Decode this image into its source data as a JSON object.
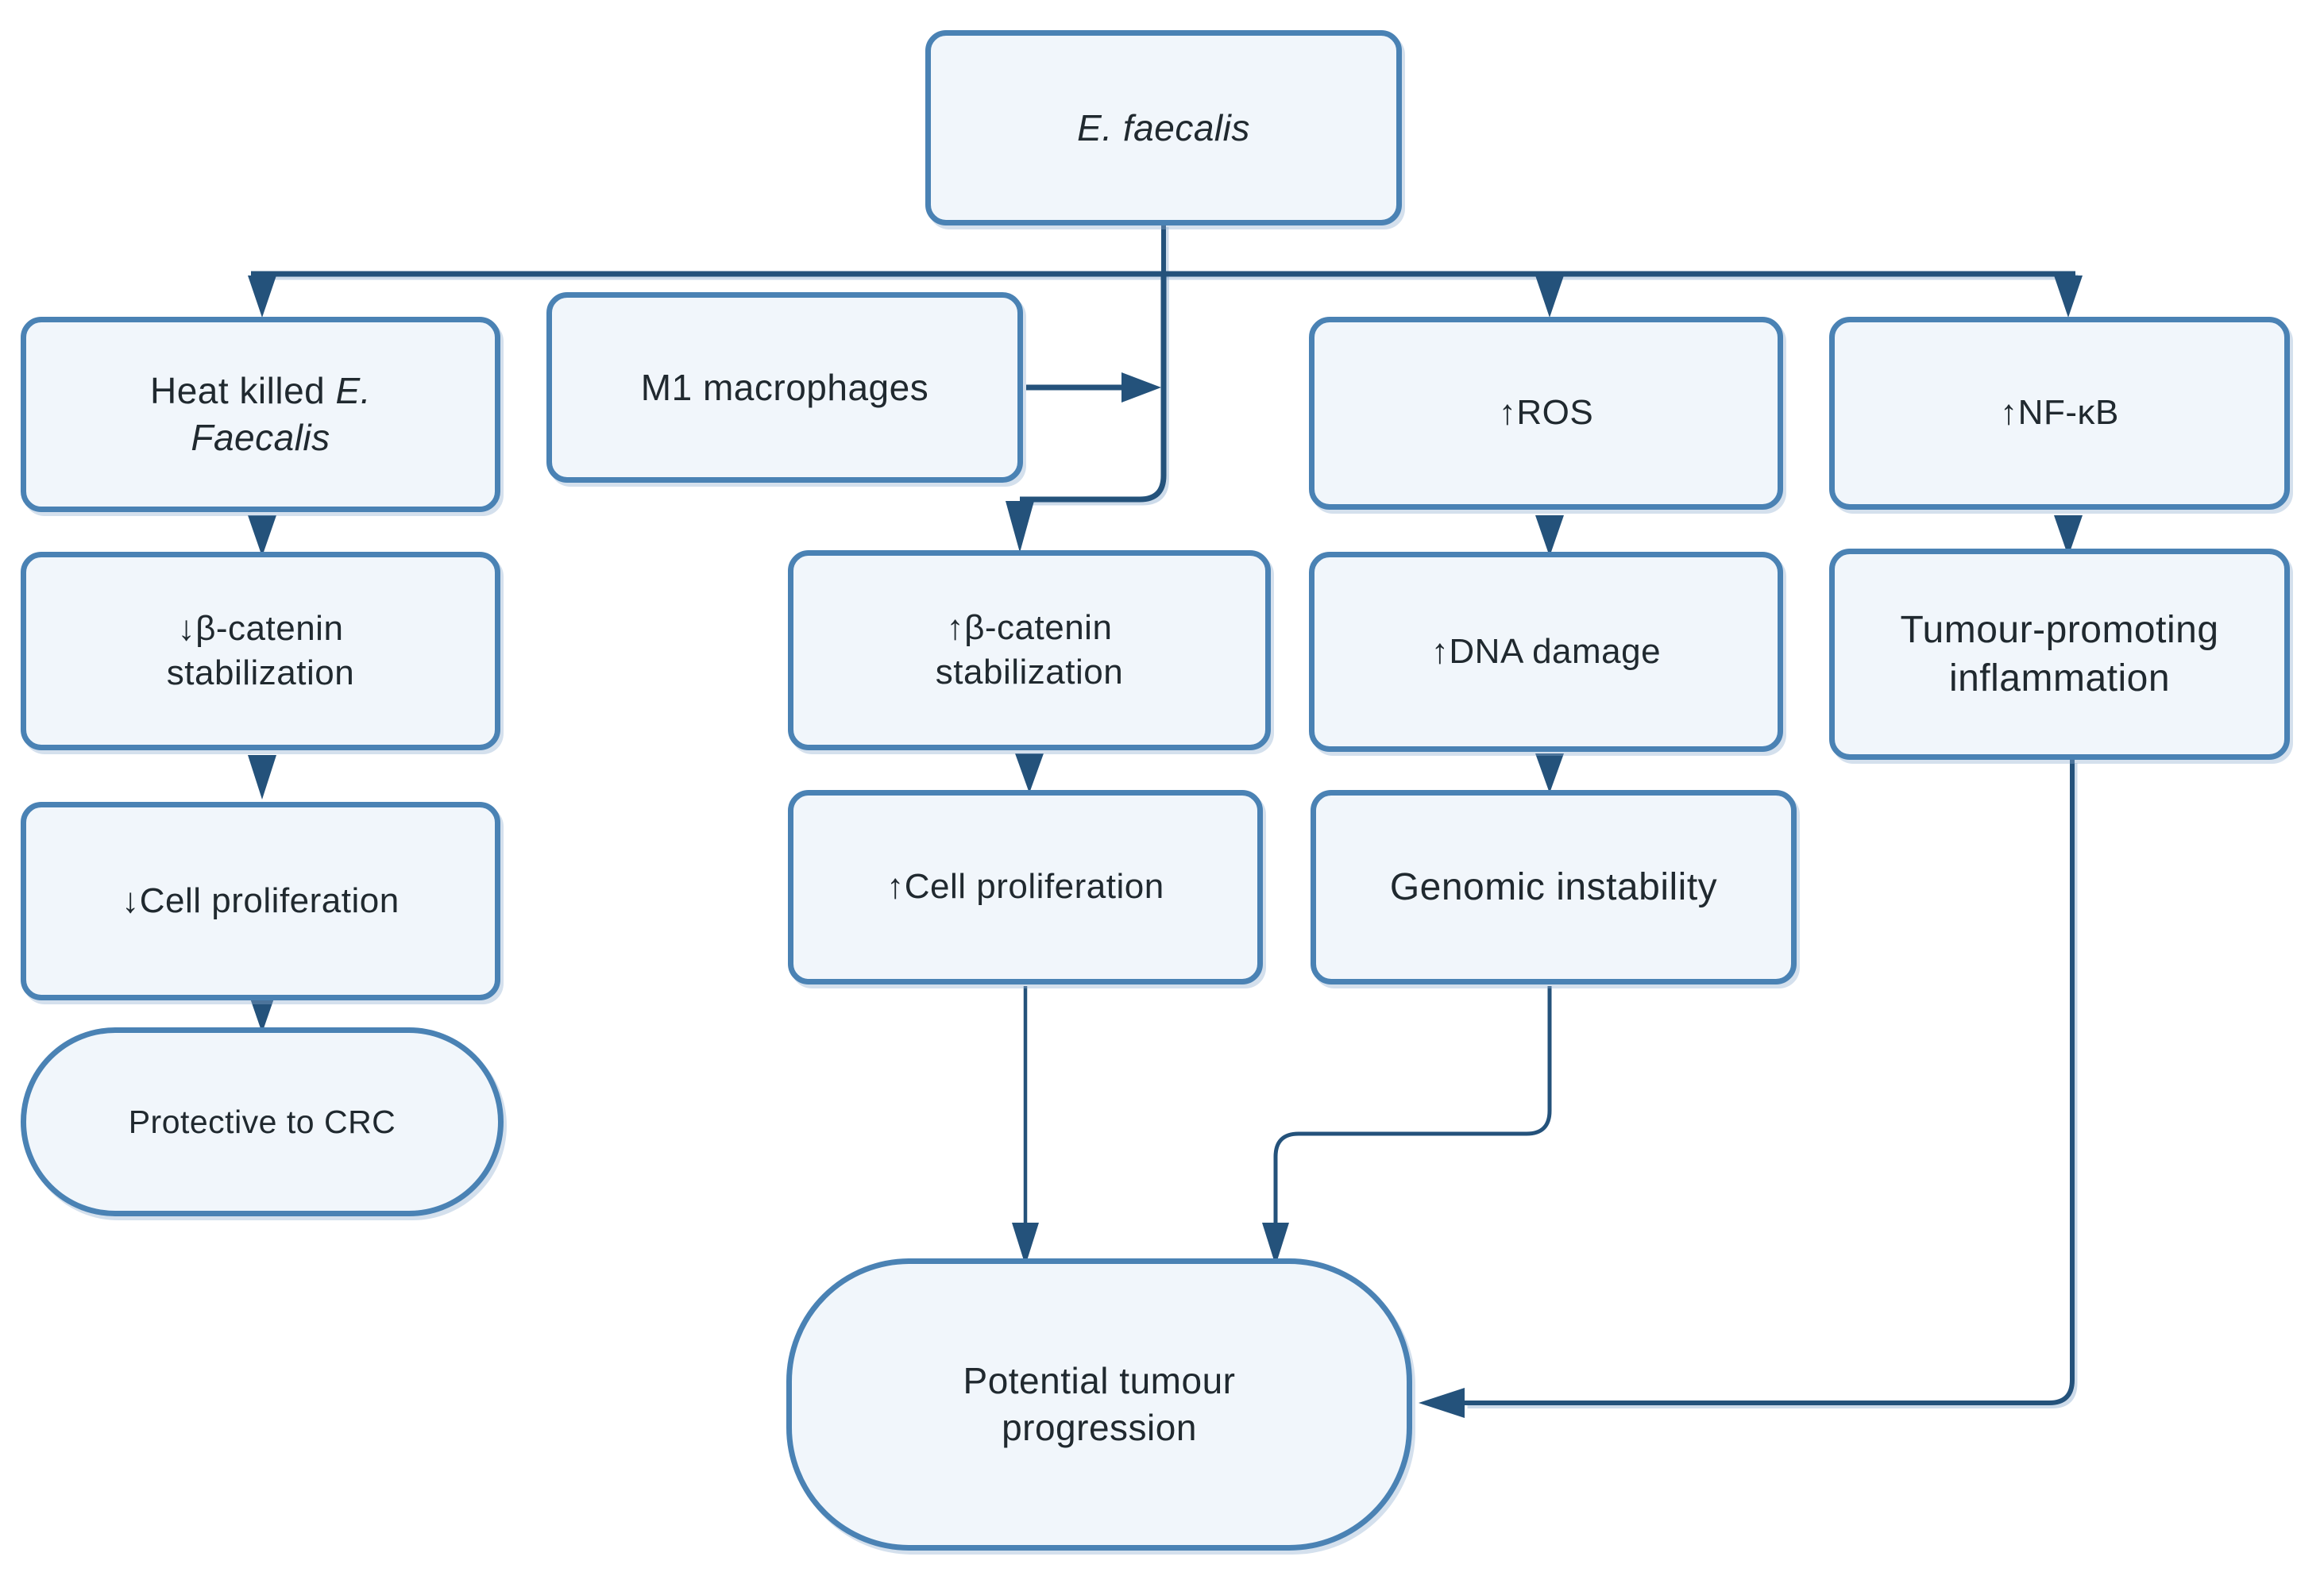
{
  "diagram_title": "E. faecalis effects on colorectal cancer flowchart",
  "colors": {
    "box_border": "#4a82b4",
    "box_fill": "#f1f6fb",
    "connector": "#24527b",
    "connector_shadow": "#9bb8d5",
    "text": "#20292f",
    "background": "#ffffff"
  },
  "nodes": {
    "e_faecalis": {
      "label": "E. faecalis"
    },
    "heat_killed": {
      "line1_normal": "Heat killed ",
      "line1_italic": "E.",
      "line2_italic": "Faecalis"
    },
    "m1_macrophages": {
      "label": "M1 macrophages"
    },
    "ros": {
      "label": "↑ROS"
    },
    "nf_kb": {
      "label": "↑NF-κB"
    },
    "down_beta_catenin": {
      "line1": "↓β-catenin",
      "line2": "stabilization"
    },
    "up_beta_catenin": {
      "line1": "↑β-catenin",
      "line2": "stabilization"
    },
    "dna_damage": {
      "label": "↑DNA damage"
    },
    "tumour_inflammation": {
      "line1": "Tumour-promoting",
      "line2": "inflammation"
    },
    "down_cell_proliferation": {
      "label": "↓Cell proliferation"
    },
    "up_cell_proliferation": {
      "label": "↑Cell proliferation"
    },
    "genomic_instability": {
      "label": "Genomic instability"
    },
    "protective_crc": {
      "label": "Protective to CRC"
    },
    "potential_tumour": {
      "line1": "Potential tumour",
      "line2": "progression"
    }
  },
  "edges": [
    {
      "from": "e_faecalis",
      "to": "heat_killed"
    },
    {
      "from": "e_faecalis",
      "to": "up_beta_catenin"
    },
    {
      "from": "e_faecalis",
      "to": "ros"
    },
    {
      "from": "e_faecalis",
      "to": "nf_kb"
    },
    {
      "from": "m1_macrophages",
      "to": "up_beta_catenin"
    },
    {
      "from": "heat_killed",
      "to": "down_beta_catenin"
    },
    {
      "from": "down_beta_catenin",
      "to": "down_cell_proliferation"
    },
    {
      "from": "down_cell_proliferation",
      "to": "protective_crc"
    },
    {
      "from": "up_beta_catenin",
      "to": "up_cell_proliferation"
    },
    {
      "from": "up_cell_proliferation",
      "to": "potential_tumour"
    },
    {
      "from": "ros",
      "to": "dna_damage"
    },
    {
      "from": "dna_damage",
      "to": "genomic_instability"
    },
    {
      "from": "genomic_instability",
      "to": "potential_tumour"
    },
    {
      "from": "nf_kb",
      "to": "tumour_inflammation"
    },
    {
      "from": "tumour_inflammation",
      "to": "potential_tumour"
    }
  ]
}
